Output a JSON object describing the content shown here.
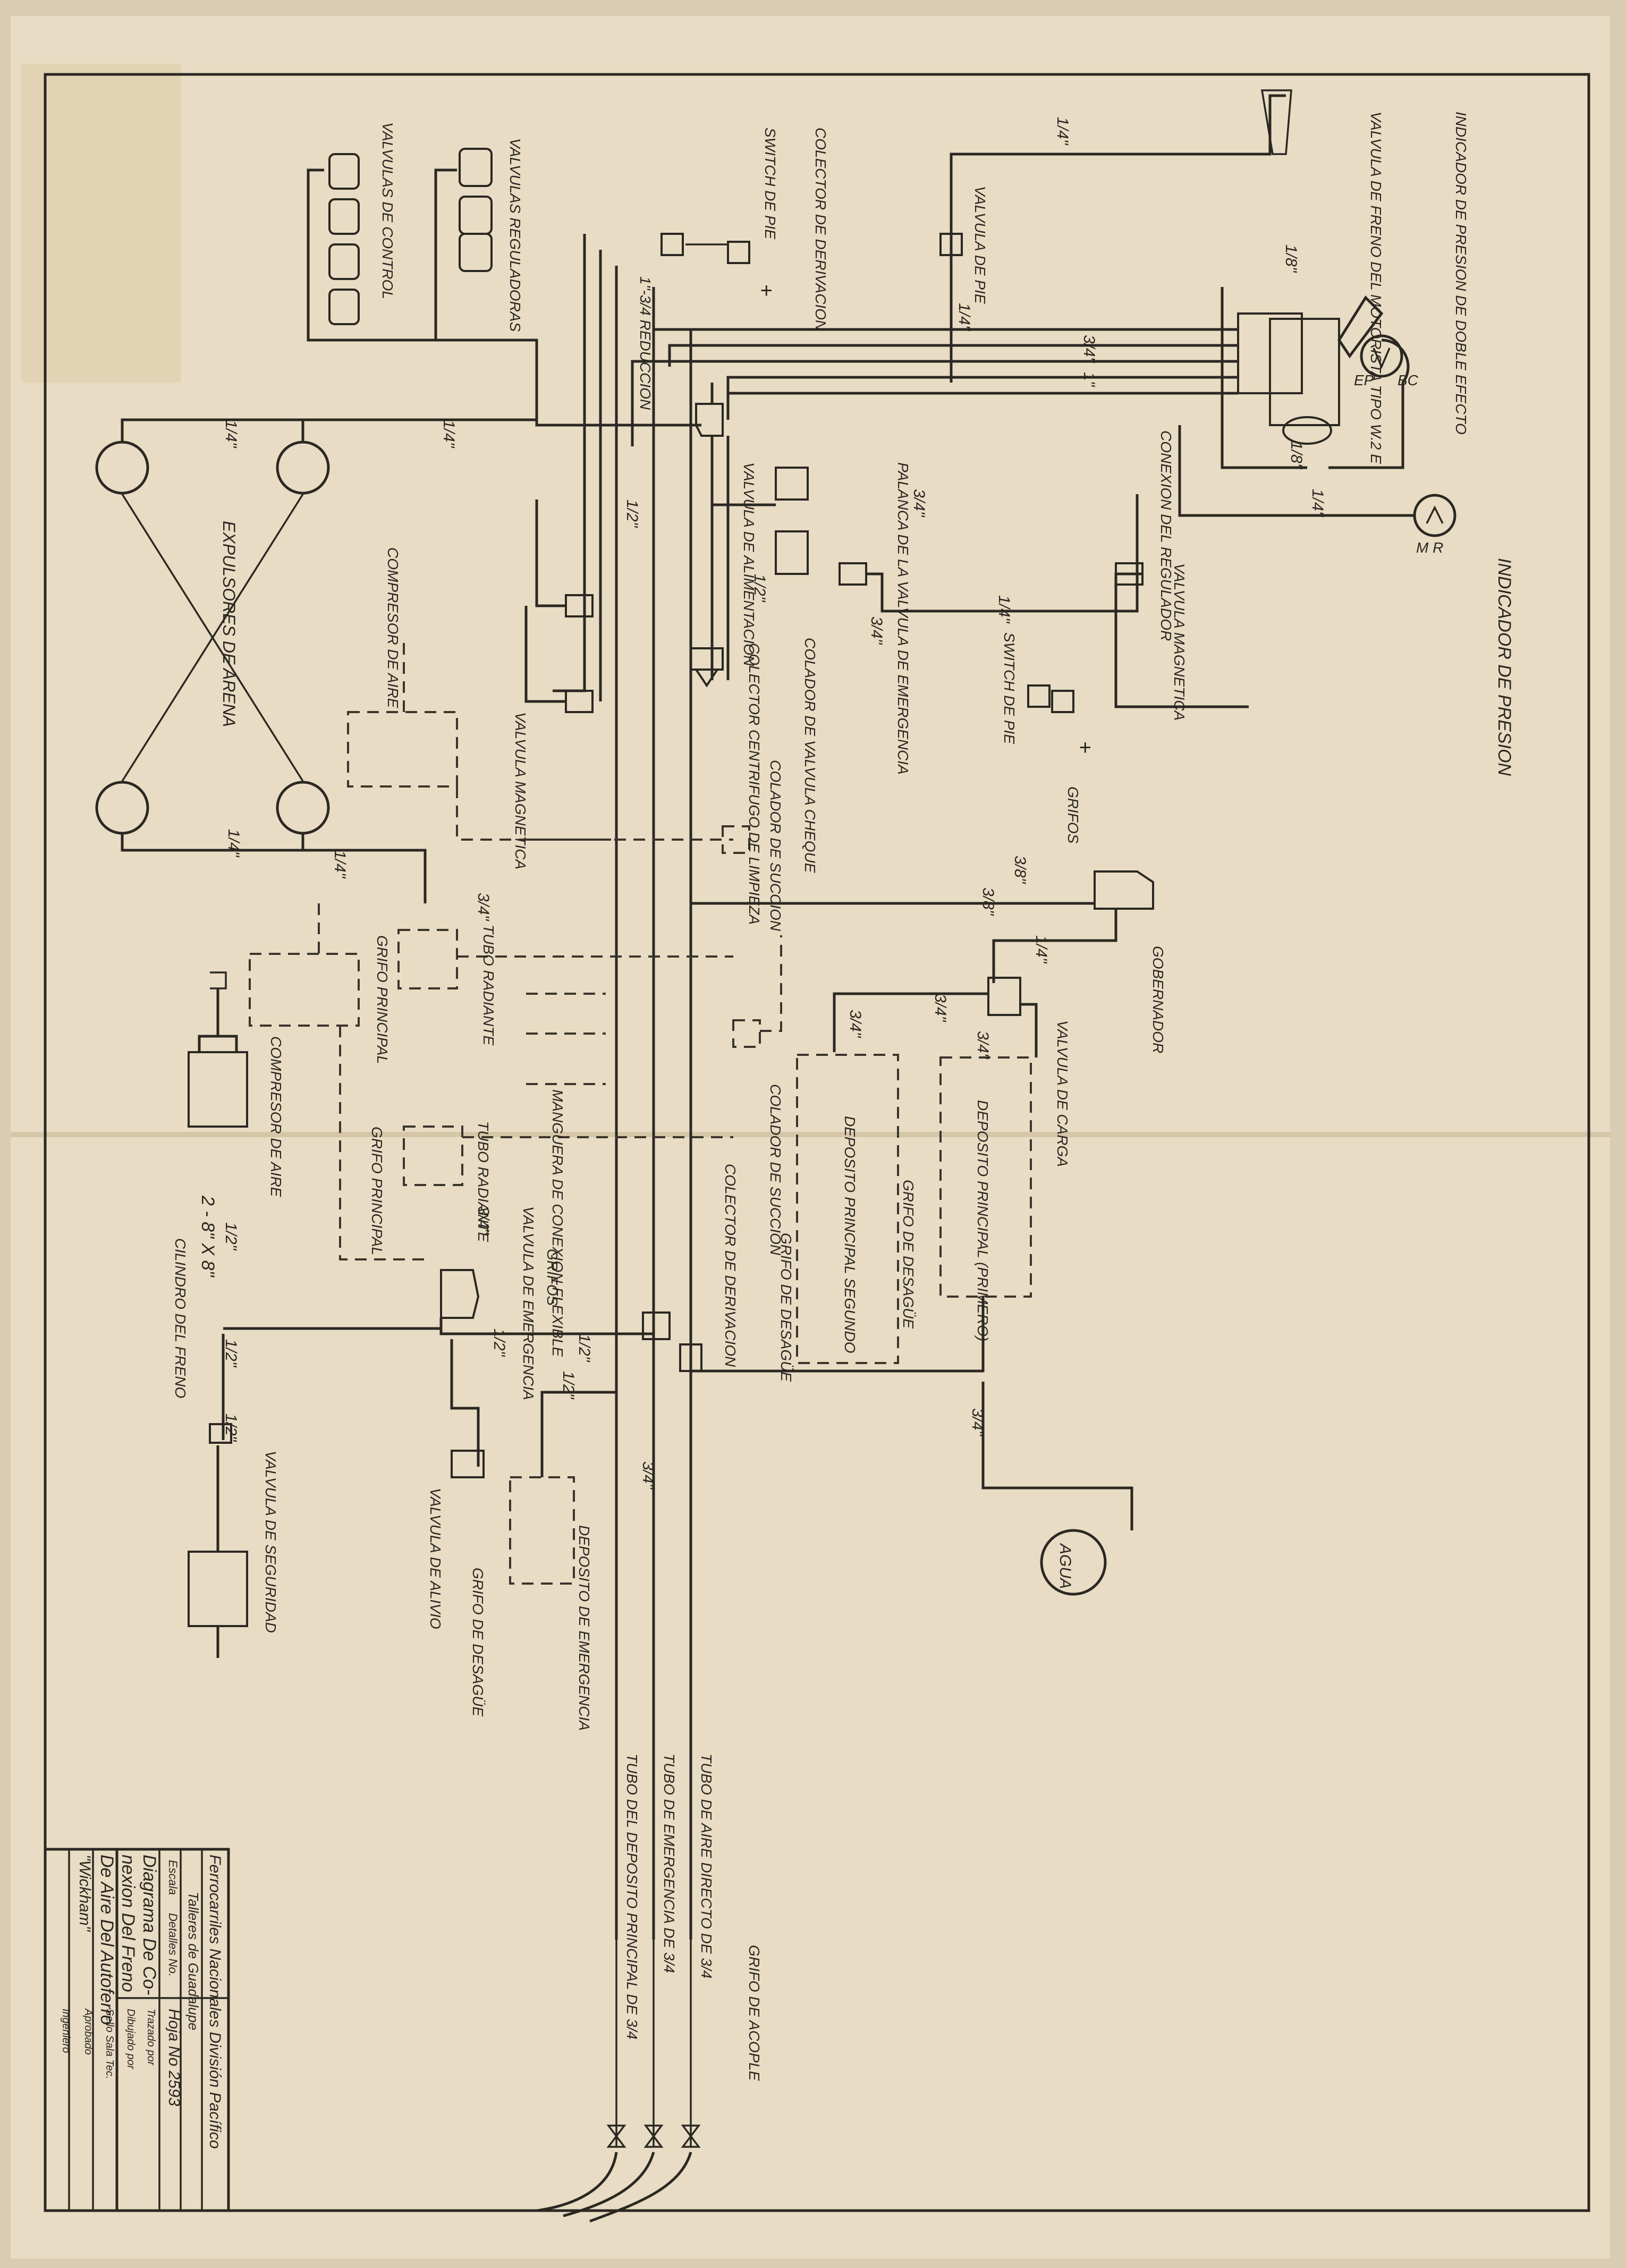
{
  "title_block": {
    "company": "Ferrocarriles Nacionales División Pacífico",
    "workshop": "Talleres de Guadalupe",
    "escala_label": "Escala",
    "detalles_label": "Detalles No.",
    "hoja": "Hoja No 2593",
    "trazado": "Trazado por",
    "dibujado": "Dibujado por",
    "sello": "Sello Sala Tec.",
    "aprobado": "Aprobado",
    "title_line1": "Diagrama De Co-",
    "title_line2": "nexion Del Freno",
    "title_line3": "De Aire Del Autoferro",
    "title_line4": "\"Wickham\"",
    "ingeniero": "Ingeniero"
  },
  "labels": {
    "indicador_presion_doble": "INDICADOR DE PRESION DE DOBLE EFECTO",
    "valvula_freno_motorista": "VALVULA DE FRENO DEL MOTORISTA TIPO W.2 E",
    "ep": "EP",
    "bc": "BC",
    "mr": "M R",
    "indicador_presion": "INDICADOR DE PRESION",
    "valvula_de_pie": "VALVULA DE PIE",
    "colector_derivacion_top": "COLECTOR DE DERIVACION",
    "switch_de_pie_top": "SWITCH DE PIE",
    "valvulas_reguladoras": "VALVULAS REGULADORAS",
    "valvulas_de_control": "VALVULAS DE CONTROL",
    "reduccion": "1\"-3/4 REDUCCION",
    "conexion_regulador": "CONEXION DEL REGULADOR",
    "palanca_emergencia": "PALANCA DE LA VALVULA DE EMERGENCIA",
    "valvula_alimentacion": "VALVULA DE ALIMENTACION",
    "valvula_magnetica_right": "VALVULA MAGNETICA",
    "switch_de_pie_right": "SWITCH DE PIE",
    "colador_valvula_cheque": "COLADOR DE VALVULA CHEQUE",
    "colector_centrifugo": "COLECTOR CENTRIFUGO DE LIMPIEZA",
    "expulsores_arena": "EXPULSORES DE ARENA",
    "compresor_aire_top": "COMPRESOR DE AIRE",
    "valvula_magnetica_left": "VALVULA MAGNETICA",
    "colador_succion_top": "COLADOR DE SUCCION",
    "grifos_top": "GRIFOS",
    "gobernador": "GOBERNADOR",
    "tubo_radiante_top": "TUBO RADIANTE",
    "grifo_principal_top": "GRIFO PRINCIPAL",
    "compresor_aire_mid": "COMPRESOR DE AIRE",
    "valvula_carga": "VALVULA DE CARGA",
    "deposito_primero": "DEPOSITO PRINCIPAL (PRIMERO)",
    "grifo_desague_primero": "GRIFO DE DESAGÜE",
    "deposito_segundo": "DEPOSITO PRINCIPAL SEGUNDO",
    "grifo_desague_segundo": "GRIFO DE DESAGÜE",
    "colador_succion_mid": "COLADOR DE SUCCION",
    "manguera_flexible": "MANGUERA DE CONEXION FLEXIBLE",
    "tubo_radiante_mid": "TUBO RADIANTE",
    "grifo_principal_mid": "GRIFO PRINCIPAL",
    "colector_derivacion_mid": "COLECTOR DE DERIVACION",
    "valvula_emergencia": "VALVULA DE EMERGENCIA",
    "grifos_mid": "GRIFOS",
    "cilindro_freno": "CILINDRO DEL FRENO",
    "cilindro_size": "2 - 8\" X 8\"",
    "valvula_seguridad": "VALVULA DE SEGURIDAD",
    "valvula_alivio": "VALVULA DE ALIVIO",
    "deposito_emergencia": "DEPOSITO DE EMERGENCIA",
    "grifo_desague_emerg": "GRIFO DE DESAGÜE",
    "agua": "AGUA",
    "tubo_aire_directo": "TUBO DE AIRE DIRECTO DE 3/4",
    "tubo_emergencia": "TUBO DE EMERGENCIA DE 3/4",
    "tubo_deposito": "TUBO DEL DEPOSITO PRINCIPAL DE 3/4",
    "grifo_acople": "GRIFO DE ACOPLE"
  },
  "sizes": {
    "quarter": "1/4\"",
    "eighth": "1/8\"",
    "half": "1/2\"",
    "three_quarter": "3/4\"",
    "three_eighth": "3/8\"",
    "one": "1\""
  }
}
